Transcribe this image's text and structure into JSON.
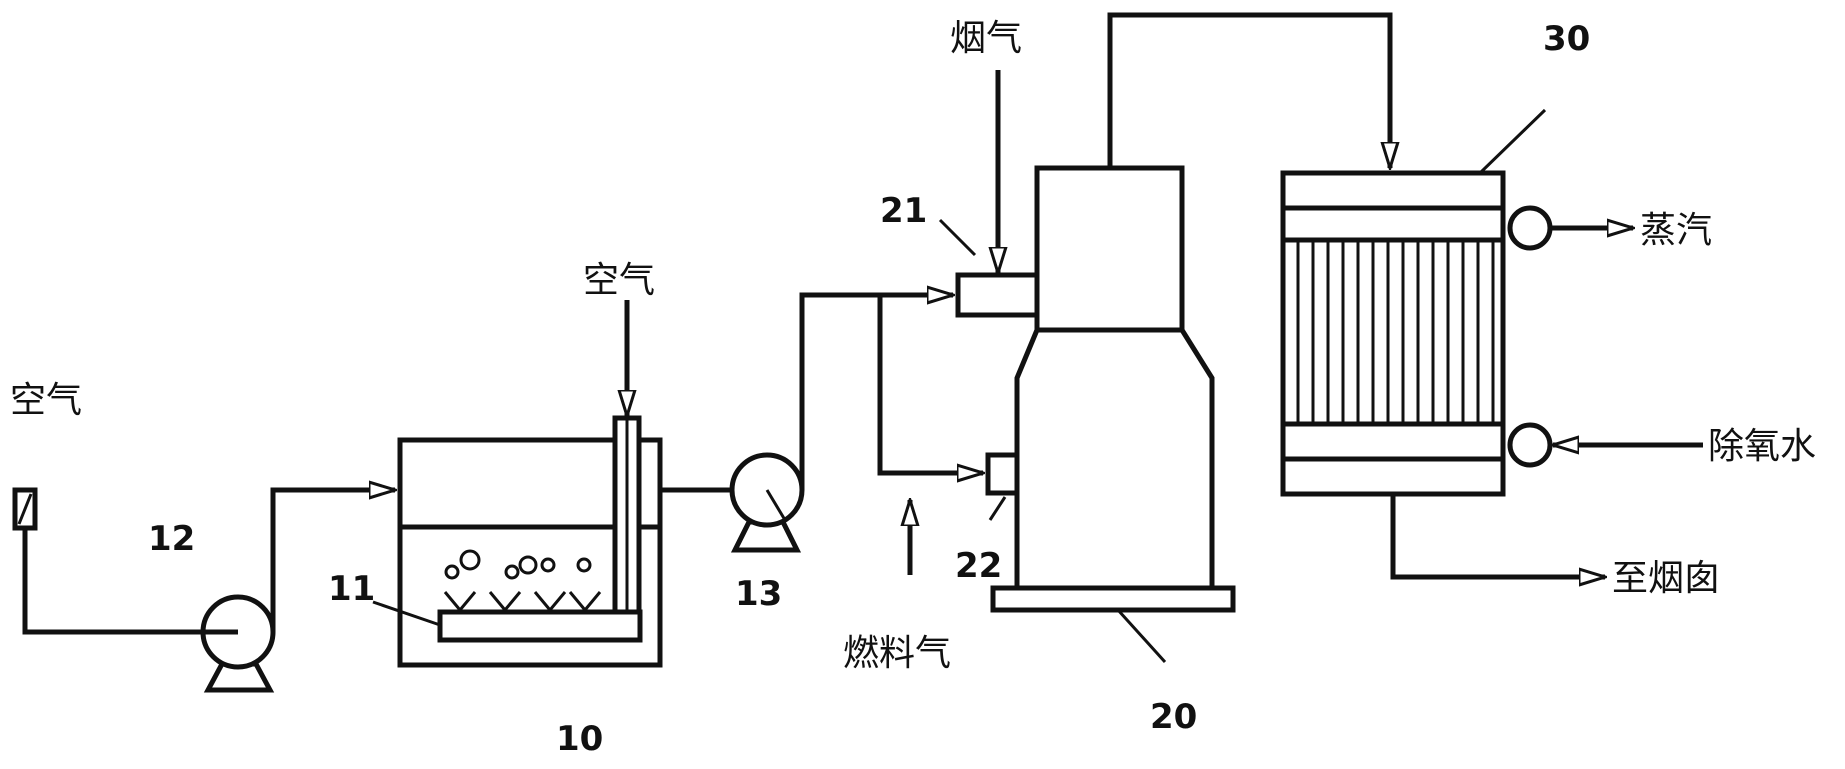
{
  "components": {
    "c10": {
      "number": "10"
    },
    "c11": {
      "number": "11"
    },
    "c12": {
      "number": "12"
    },
    "c13": {
      "number": "13"
    },
    "c20": {
      "number": "20"
    },
    "c21": {
      "number": "21"
    },
    "c22": {
      "number": "22"
    },
    "c30": {
      "number": "30"
    }
  },
  "streams": {
    "air_inlet_left": "空气",
    "air_inlet_tank": "空气",
    "flue_gas_in": "烟气",
    "fuel_gas": "燃料气",
    "steam_out": "蒸汽",
    "deoxygenated_water_in": "除氧水",
    "to_chimney": "至烟囱"
  },
  "colors": {
    "line": "#111111",
    "background": "#ffffff"
  }
}
